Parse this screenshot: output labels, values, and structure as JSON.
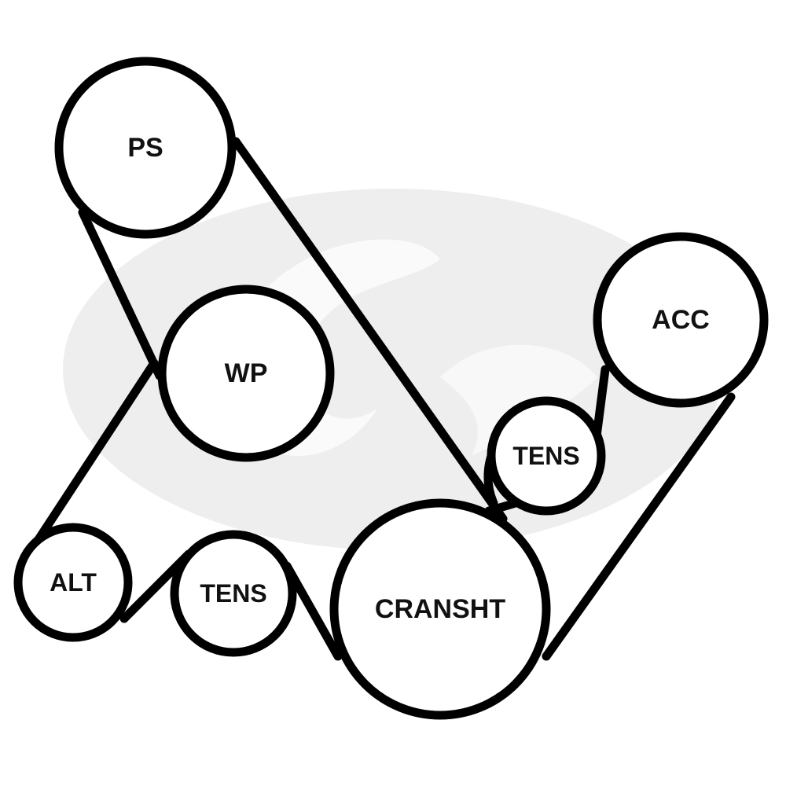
{
  "pulleys": {
    "ps": "PS",
    "wp": "WP",
    "acc": "ACC",
    "tens_upper": "TENS",
    "alt": "ALT",
    "tens_lower": "TENS",
    "crankshaft": "CRANSHT"
  },
  "colors": {
    "line": "#000000",
    "watermark": "#ececec"
  }
}
